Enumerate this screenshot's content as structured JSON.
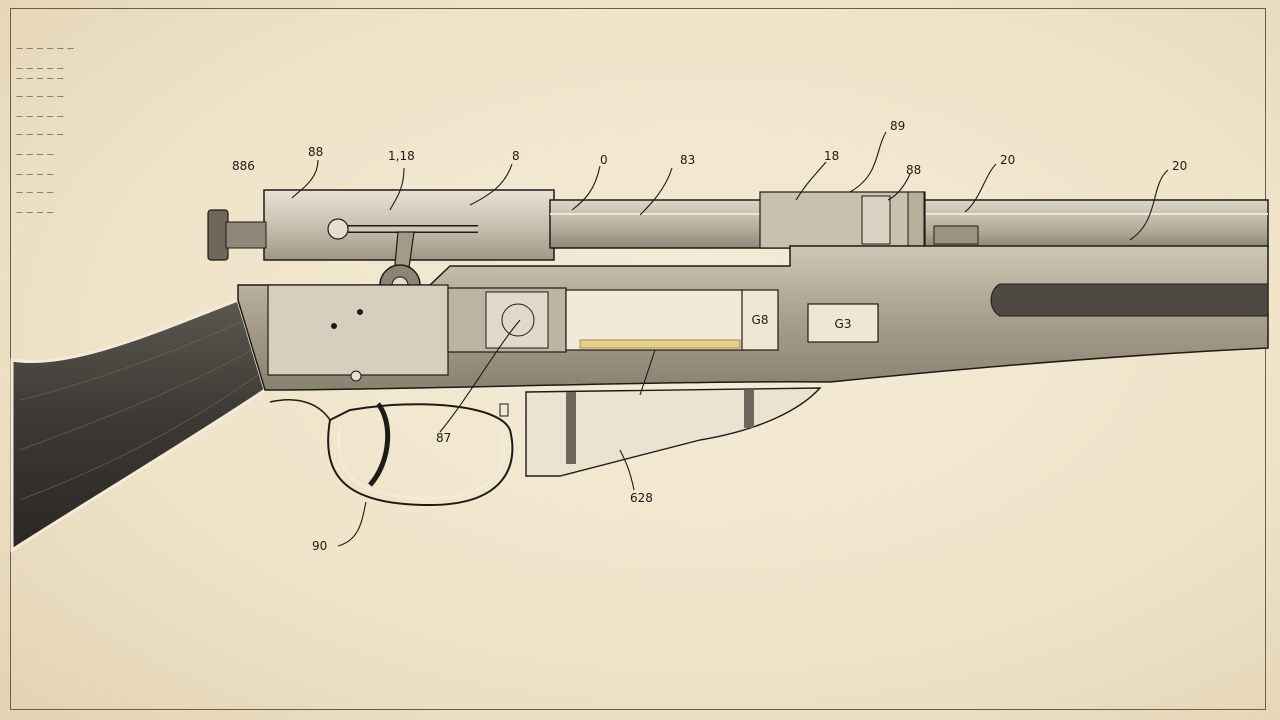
{
  "notes_block": [
    "— — — — — —",
    "— — — — —",
    "— — — — —",
    "— — — — —",
    "— — — — —",
    "— — — — —",
    "— — — —",
    "— — — —",
    "— — — —",
    "— — — —"
  ],
  "callouts": [
    "886",
    "88",
    "1,18",
    "8",
    "0",
    "83",
    "89",
    "18",
    "88",
    "20",
    "20",
    "87",
    "628",
    "90"
  ],
  "boxed_labels": [
    "G8",
    "G3"
  ],
  "colors": {
    "paper": "#efe4cc",
    "ink": "#1e1b16",
    "metal_light": "#d9d2c2",
    "metal_mid": "#a9a190",
    "wood_dark": "#3b3833",
    "highlight": "#e8cf8a"
  }
}
